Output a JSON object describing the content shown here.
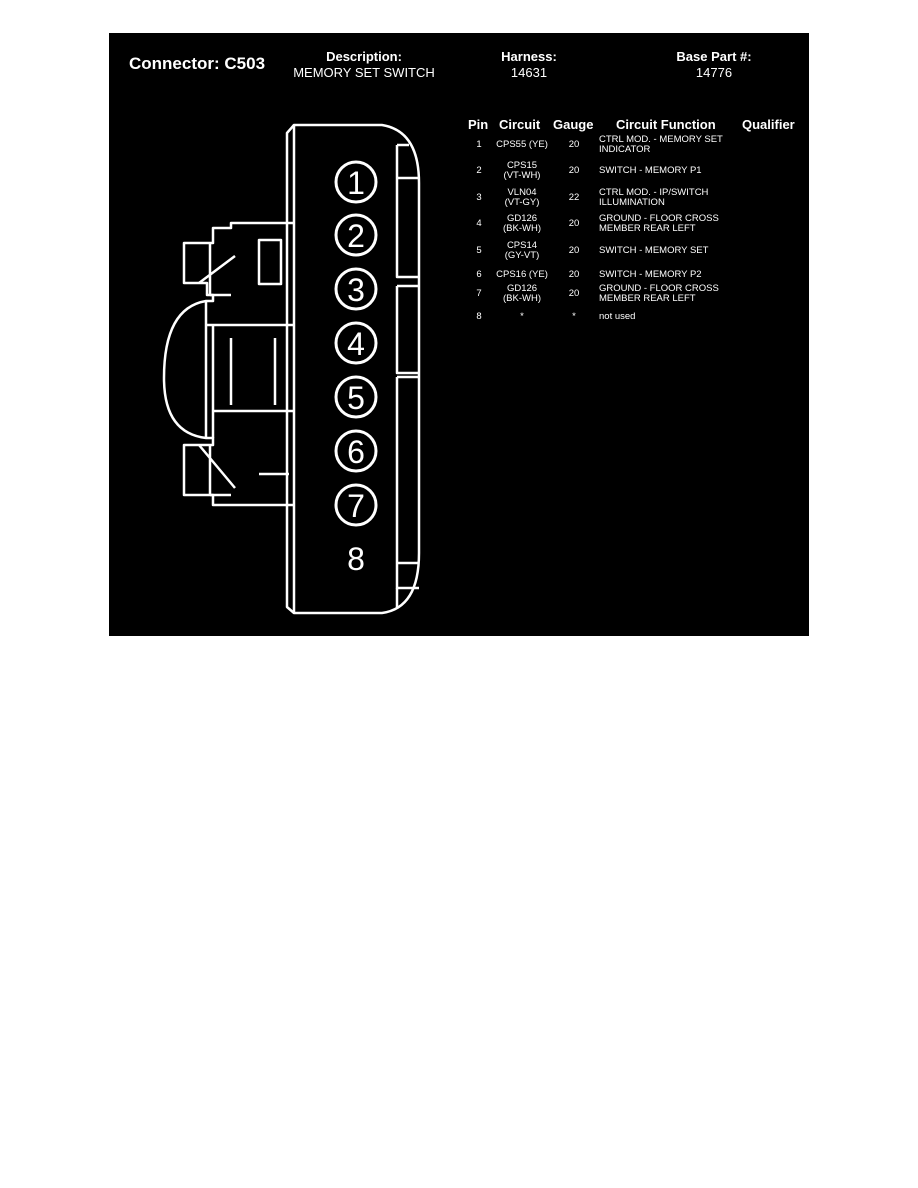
{
  "connector": {
    "title": "Connector: C503"
  },
  "header": {
    "description": {
      "label": "Description:",
      "value": "MEMORY SET SWITCH"
    },
    "harness": {
      "label": "Harness:",
      "value": "14631"
    },
    "base_part": {
      "label": "Base Part #:",
      "value": "14776"
    }
  },
  "pin_labels": [
    "1",
    "2",
    "3",
    "4",
    "5",
    "6",
    "7",
    "8"
  ],
  "table": {
    "headers": {
      "pin": "Pin",
      "circuit": "Circuit",
      "gauge": "Gauge",
      "function": "Circuit Function",
      "qualifier": "Qualifier"
    },
    "rows": [
      {
        "pin": "1",
        "circuit": "CPS55 (YE)",
        "gauge": "20",
        "function": "CTRL MOD. - MEMORY SET INDICATOR",
        "qualifier": ""
      },
      {
        "pin": "2",
        "circuit": "CPS15 (VT-WH)",
        "gauge": "20",
        "function": "SWITCH - MEMORY P1",
        "qualifier": ""
      },
      {
        "pin": "3",
        "circuit": "VLN04 (VT-GY)",
        "gauge": "22",
        "function": "CTRL MOD. - IP/SWITCH ILLUMINATION",
        "qualifier": ""
      },
      {
        "pin": "4",
        "circuit": "GD126 (BK-WH)",
        "gauge": "20",
        "function": "GROUND - FLOOR CROSS MEMBER REAR LEFT",
        "qualifier": ""
      },
      {
        "pin": "5",
        "circuit": "CPS14 (GY-VT)",
        "gauge": "20",
        "function": "SWITCH - MEMORY SET",
        "qualifier": ""
      },
      {
        "pin": "6",
        "circuit": "CPS16 (YE)",
        "gauge": "20",
        "function": "SWITCH - MEMORY P2",
        "qualifier": ""
      },
      {
        "pin": "7",
        "circuit": "GD126 (BK-WH)",
        "gauge": "20",
        "function": "GROUND - FLOOR CROSS MEMBER REAR LEFT",
        "qualifier": ""
      },
      {
        "pin": "8",
        "circuit": "*",
        "gauge": "*",
        "function": "not used",
        "qualifier": ""
      }
    ]
  }
}
